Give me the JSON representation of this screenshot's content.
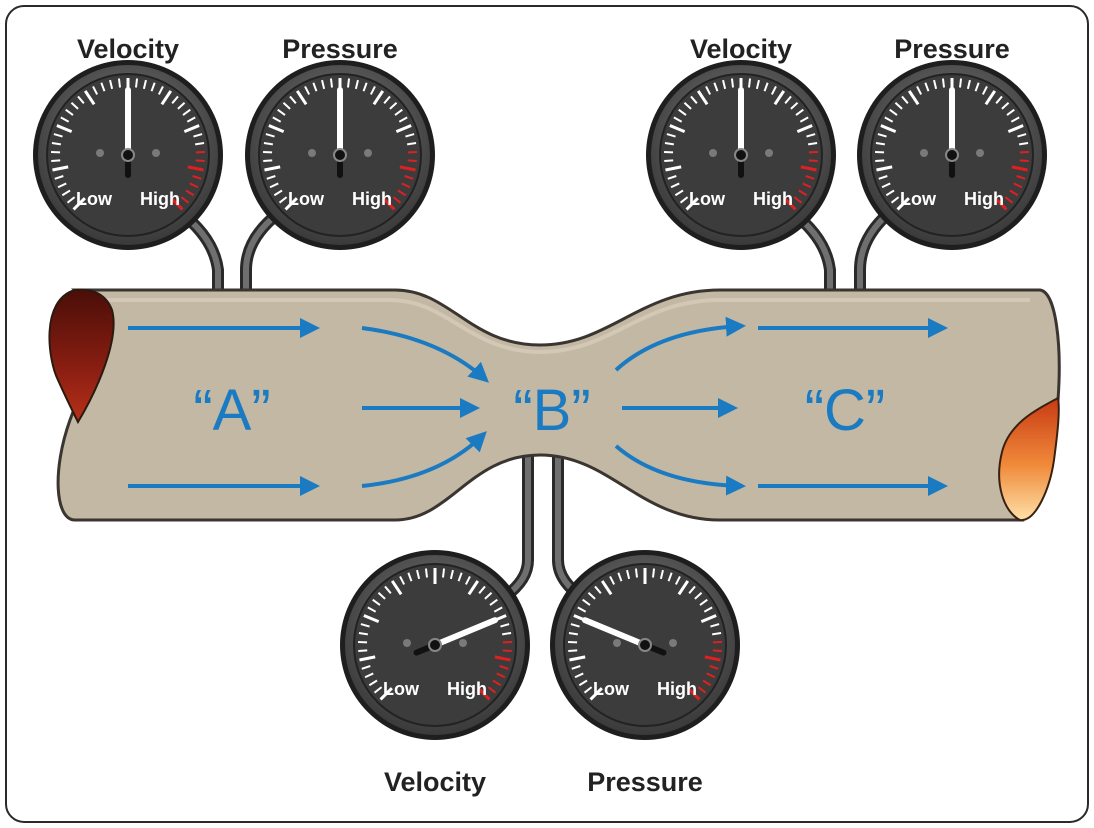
{
  "diagram": {
    "sections": [
      {
        "id": "a",
        "label": "“A”"
      },
      {
        "id": "b",
        "label": "“B”"
      },
      {
        "id": "c",
        "label": "“C”"
      }
    ],
    "gauges": [
      {
        "id": "a-velocity",
        "title": "Velocity",
        "low_label": "Low",
        "high_label": "High",
        "level": 0.5
      },
      {
        "id": "a-pressure",
        "title": "Pressure",
        "low_label": "Low",
        "high_label": "High",
        "level": 0.5
      },
      {
        "id": "c-velocity",
        "title": "Velocity",
        "low_label": "Low",
        "high_label": "High",
        "level": 0.5
      },
      {
        "id": "c-pressure",
        "title": "Pressure",
        "low_label": "Low",
        "high_label": "High",
        "level": 0.5
      },
      {
        "id": "b-velocity",
        "title": "Velocity",
        "low_label": "Low",
        "high_label": "High",
        "level": 0.75
      },
      {
        "id": "b-pressure",
        "title": "Pressure",
        "low_label": "Low",
        "high_label": "High",
        "level": 0.25
      }
    ],
    "colors": {
      "pipe": "#c2b8a3",
      "pipe_outline": "#3a3530",
      "arrow": "#1a7ac2",
      "gauge_face": "#3c3c3c",
      "gauge_rim": "#5a5a5a",
      "redline": "#e02020",
      "inlet_opening": "#7a1a10",
      "outlet_opening": "#e8702a"
    }
  }
}
